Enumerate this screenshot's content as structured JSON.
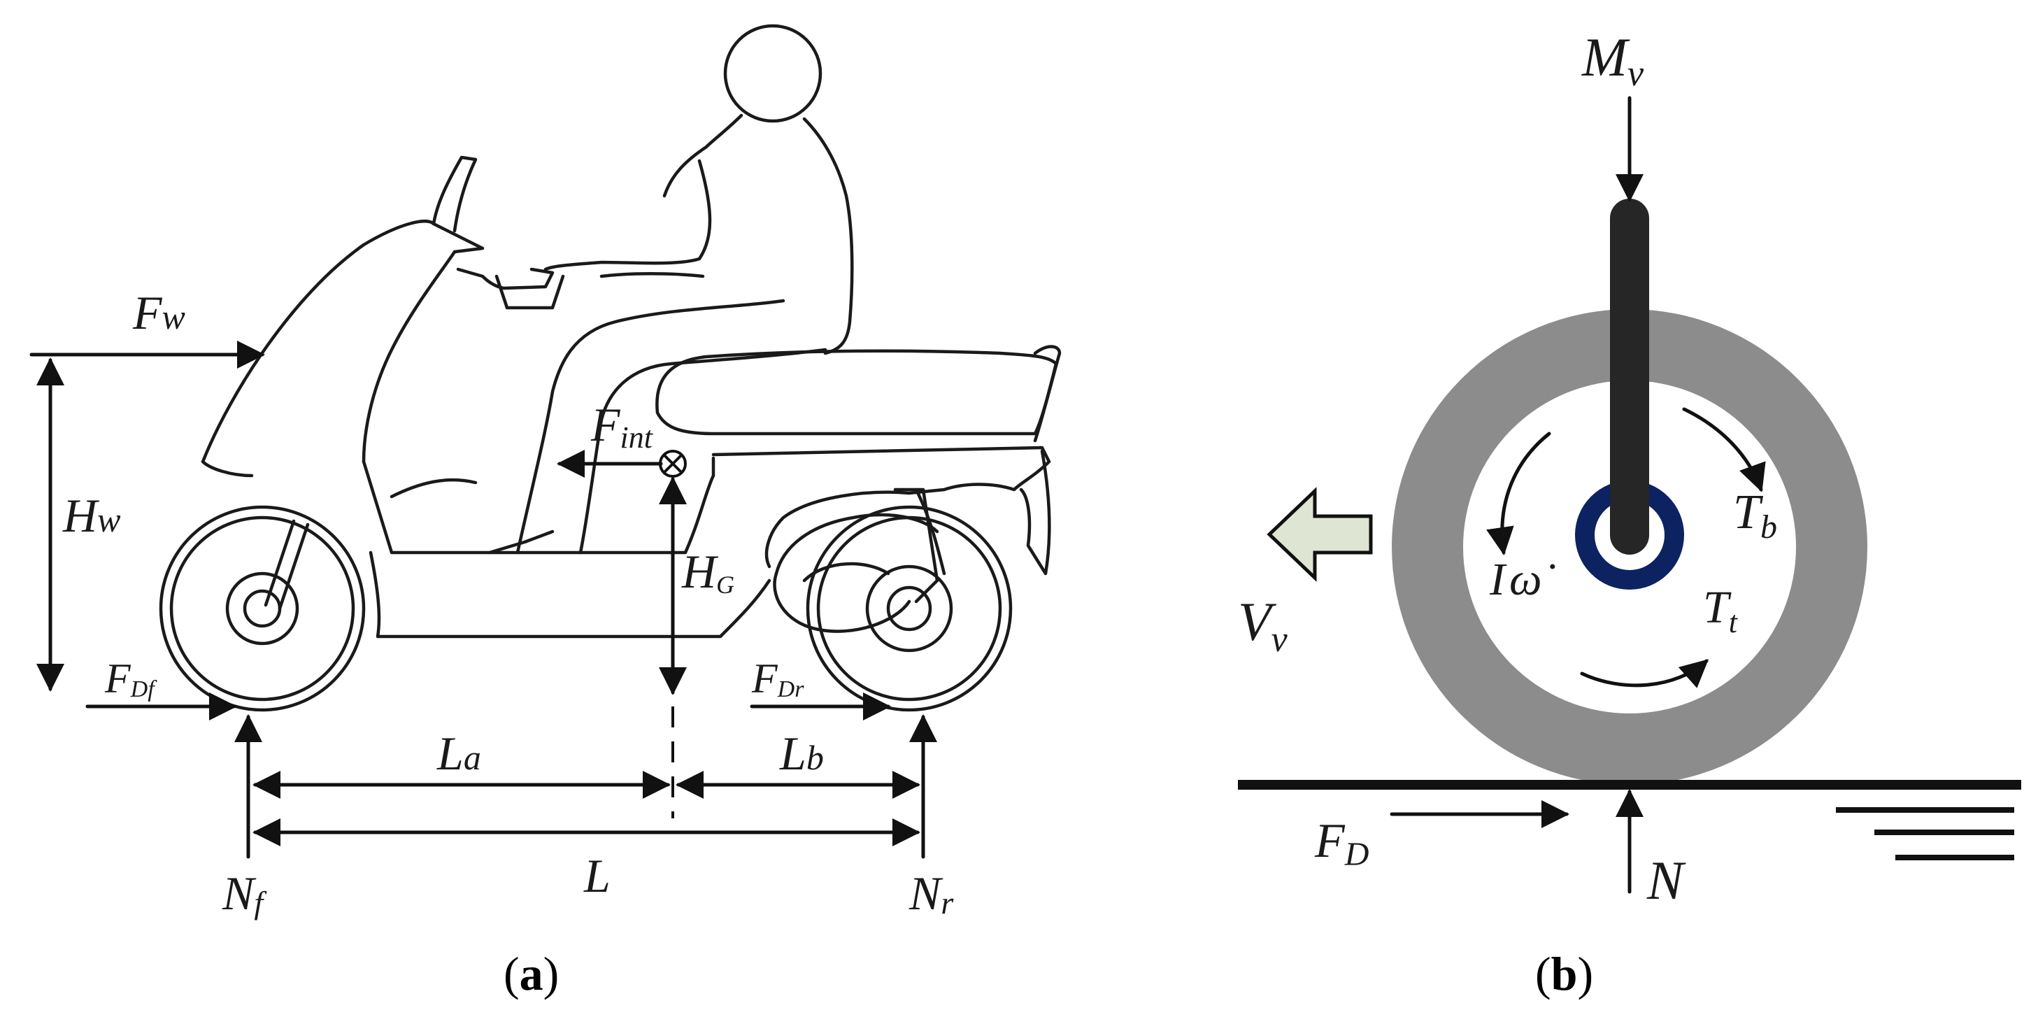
{
  "panel_a": {
    "labels": {
      "Fw": {
        "main": "F",
        "sub": "w"
      },
      "Hw": {
        "main": "H",
        "sub": "w"
      },
      "Fint": {
        "main": "F",
        "sub": "int"
      },
      "HG": {
        "main": "H",
        "sub": "G"
      },
      "FDf": {
        "main": "F",
        "sub": "Df"
      },
      "FDr": {
        "main": "F",
        "sub": "Dr"
      },
      "La": {
        "main": "L",
        "sub": "a"
      },
      "Lb": {
        "main": "L",
        "sub": "b"
      },
      "L": {
        "main": "L",
        "sub": ""
      },
      "Nf": {
        "main": "N",
        "sub": "f"
      },
      "Nr": {
        "main": "N",
        "sub": "r"
      }
    },
    "caption": {
      "open": "(",
      "letter": "a",
      "close": ")"
    }
  },
  "panel_b": {
    "labels": {
      "Mv": {
        "main": "M",
        "sub": "v"
      },
      "Tb": {
        "main": "T",
        "sub": "b"
      },
      "Tt": {
        "main": "T",
        "sub": "t"
      },
      "Iw": {
        "main": "I",
        "sub": "ω̇"
      },
      "Vv": {
        "main": "V",
        "sub": "v"
      },
      "FD": {
        "main": "F",
        "sub": "D"
      },
      "N": {
        "main": "N",
        "sub": ""
      }
    },
    "caption": {
      "open": "(",
      "letter": "b",
      "close": ")"
    }
  },
  "colors": {
    "tire": "#8c8c8c",
    "rim": "#ffffff",
    "hub": "#0d2260",
    "strut": "#262626",
    "velocity_arrow": "#dfe5d3",
    "line": "#111111"
  }
}
